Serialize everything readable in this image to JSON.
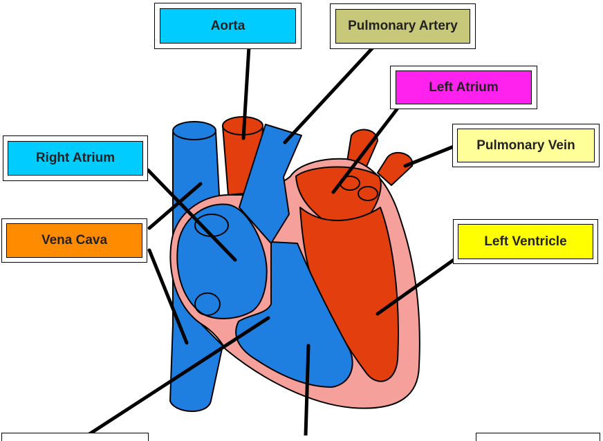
{
  "labels": {
    "aorta": "Aorta",
    "pulmonary_artery": "Pulmonary Artery",
    "left_atrium": "Left Atrium",
    "pulmonary_vein": "Pulmonary Vein",
    "right_atrium": "Right Atrium",
    "vena_cava": "Vena Cava",
    "left_ventricle": "Left Ventricle"
  },
  "colors": {
    "deoxygenated": "#1e7fe0",
    "oxygenated": "#e23e0e",
    "heart_wall": "#f5a09a",
    "aorta_label": "#00ccff",
    "pulmonary_artery_label": "#c8c87a",
    "left_atrium_label": "#ff22ee",
    "pulmonary_vein_label": "#ffff99",
    "right_atrium_label": "#00ccff",
    "vena_cava_label": "#ff8c00",
    "left_ventricle_label": "#ffff00"
  }
}
